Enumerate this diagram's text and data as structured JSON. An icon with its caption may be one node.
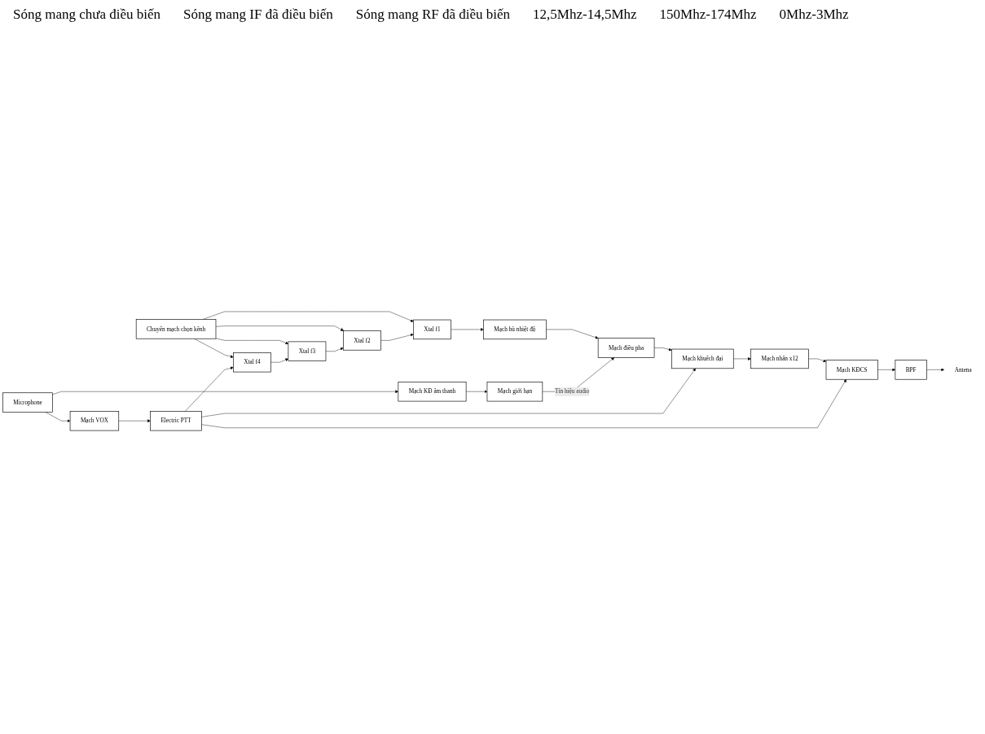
{
  "diagram": {
    "nodes": [
      {
        "text": [
          "Chuyển mạch chọn kênh"
        ]
      },
      {
        "text": [
          "Xtal f1"
        ]
      },
      {
        "text": [
          "Xtal f2"
        ]
      },
      {
        "text": [
          "Xtal f3"
        ]
      },
      {
        "text": [
          "Xtal f4"
        ]
      },
      {
        "text": [
          "Mạch bù nhiệt độ"
        ]
      },
      {
        "text": [
          "Mạch điều pha"
        ]
      },
      {
        "text": [
          "Mạch khuếch đại"
        ]
      },
      {
        "text": [
          "Mạch nhân x12"
        ]
      },
      {
        "text": [
          "Mạch KĐCS"
        ]
      },
      {
        "text": [
          "BPF"
        ]
      },
      {
        "text": [
          "Antena"
        ]
      },
      {
        "text": [
          "Mạch giới hạn"
        ]
      },
      {
        "text": [
          "Mạch KĐ âm thanh"
        ]
      },
      {
        "text": [
          "Microphone"
        ]
      },
      {
        "text": [
          "Electric PTT"
        ]
      },
      {
        "text": [
          "Mạch VOX"
        ]
      }
    ],
    "edges": [
      {
        "from": 0,
        "to": 1,
        "arrow": "to"
      },
      {
        "from": 0,
        "to": 2,
        "arrow": "to"
      },
      {
        "from": 0,
        "to": 3,
        "arrow": "to"
      },
      {
        "from": 0,
        "to": 4,
        "arrow": "to"
      },
      {
        "from": 4,
        "to": 3,
        "arrow": "to"
      },
      {
        "from": 3,
        "to": 2,
        "arrow": "to"
      },
      {
        "from": 2,
        "to": 1,
        "arrow": "to"
      },
      {
        "from": 1,
        "to": 5,
        "arrow": "to"
      },
      {
        "from": 5,
        "to": 6,
        "arrow": "to"
      },
      {
        "from": 6,
        "to": 7,
        "arrow": "to"
      },
      {
        "from": 7,
        "to": 8,
        "arrow": "to"
      },
      {
        "from": 8,
        "to": 9,
        "arrow": "to"
      },
      {
        "from": 9,
        "to": 10,
        "arrow": "to"
      },
      {
        "from": 10,
        "to": 11,
        "arrow": "to"
      },
      {
        "from": 12,
        "to": 6,
        "arrow": "to",
        "label": "Tín hiệu audio"
      },
      {
        "from": 13,
        "to": 12,
        "arrow": "to"
      },
      {
        "from": 14,
        "to": 13,
        "arrow": "to"
      },
      {
        "from": 14,
        "to": 16,
        "arrow": "to"
      },
      {
        "from": 16,
        "to": 15,
        "arrow": "to"
      },
      {
        "from": 15,
        "to": 4,
        "arrow": "to"
      },
      {
        "from": 15,
        "to": 9,
        "arrow": "to"
      },
      {
        "from": 15,
        "to": 7,
        "arrow": "to"
      }
    ],
    "labels": [
      "Sóng mang chưa điều biến",
      "Sóng mang IF đã điều biến",
      "Sóng mang RF đã điều biến",
      "12,5Mhz-14,5Mhz",
      "150Mhz-174Mhz",
      "0Mhz-3Mhz"
    ]
  }
}
